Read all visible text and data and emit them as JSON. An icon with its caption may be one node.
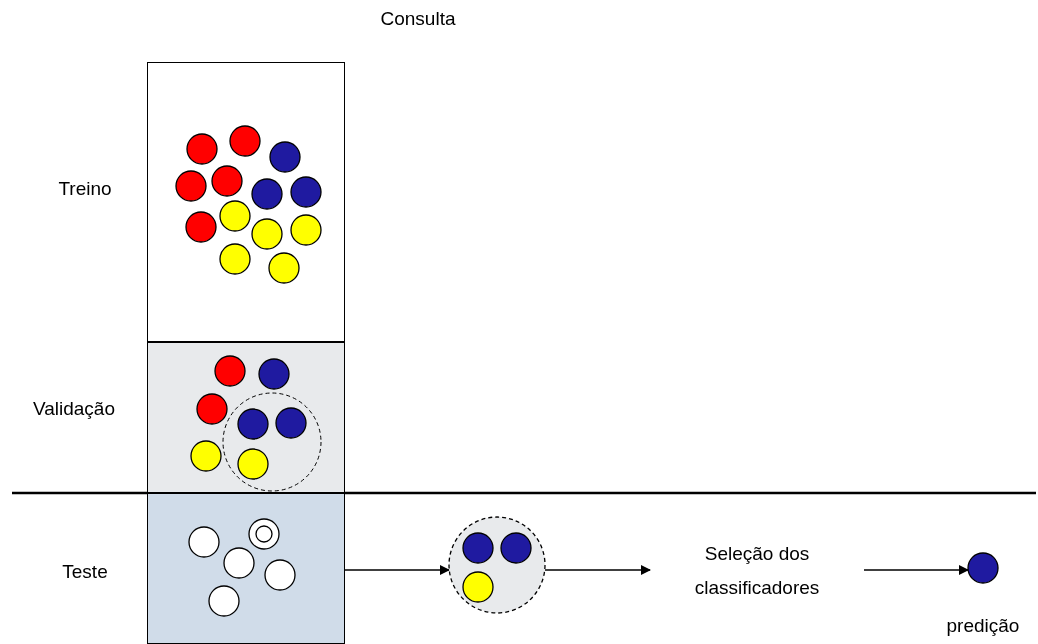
{
  "diagram": {
    "nodes": [
      {
        "text": [
          "Treino"
        ]
      },
      {
        "text": [
          "Validação"
        ]
      },
      {
        "text": [
          "Teste"
        ]
      },
      {
        "text": [],
        "shape": "circle"
      },
      {
        "text": [
          "Seleção dos classificadores"
        ]
      },
      {
        "text": [],
        "shape": "circle",
        "beside": [
          "predição"
        ]
      }
    ],
    "edges": [
      {
        "from": 2,
        "to": 3,
        "arrow": "to"
      },
      {
        "from": 3,
        "to": 4,
        "arrow": "to"
      },
      {
        "from": 4,
        "to": 5,
        "arrow": "to"
      }
    ],
    "labels": [
      "Consulta"
    ]
  }
}
